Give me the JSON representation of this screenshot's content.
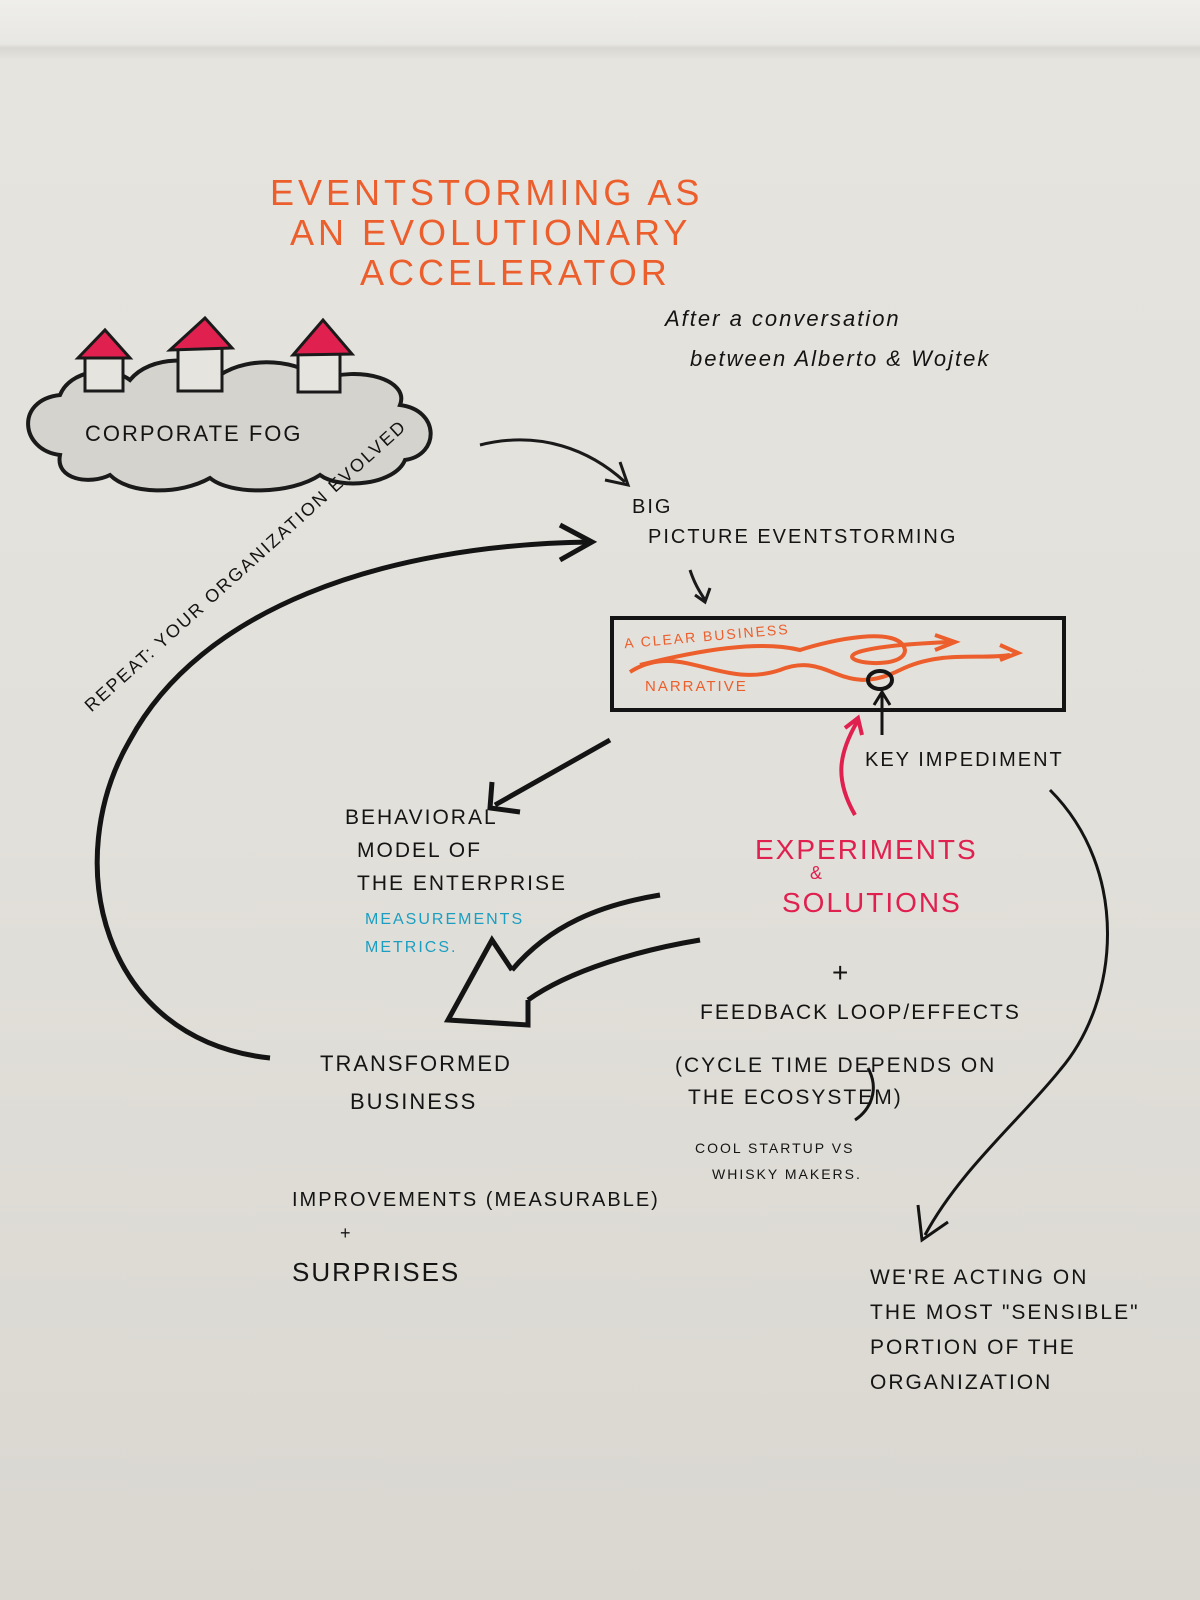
{
  "title": [
    "EVENTSTORMING AS",
    "AN EVOLUTIONARY",
    "ACCELERATOR"
  ],
  "subtitle": [
    "After a conversation",
    "between Alberto & Wojtek"
  ],
  "cloud_label": "CORPORATE FOG",
  "big_picture": [
    "BIG",
    "PICTURE EVENTSTORMING"
  ],
  "narrative_box": {
    "line1": "A CLEAR BUSINESS",
    "line2": "NARRATIVE"
  },
  "key_impediment": "KEY IMPEDIMENT",
  "repeat_label": "REPEAT: YOUR ORGANIZATION EVOLVED",
  "behavioral_model": [
    "BEHAVIORAL",
    "MODEL OF",
    "THE ENTERPRISE"
  ],
  "measurements": [
    "MEASUREMENTS",
    "METRICS."
  ],
  "experiments": [
    "EXPERIMENTS",
    "&",
    "SOLUTIONS"
  ],
  "plus": "+",
  "feedback": "FEEDBACK LOOP/EFFECTS",
  "cycle_time": [
    "(CYCLE TIME DEPENDS ON",
    "THE ECOSYSTEM)"
  ],
  "startup": [
    "COOL STARTUP vs",
    "WHISKY MAKERS."
  ],
  "transformed": [
    "TRANSFORMED",
    "BUSINESS"
  ],
  "improvements": [
    "IMPROVEMENTS (MEASURABLE)",
    "+",
    "SURPRISES"
  ],
  "acting": [
    "WE'RE ACTING ON",
    "THE MOST \"SENSIBLE\"",
    "PORTION OF THE",
    "ORGANIZATION"
  ],
  "colors": {
    "orange": "#ec5e2c",
    "red": "#e0204f",
    "teal": "#1a9ec1",
    "ink": "#141414"
  }
}
